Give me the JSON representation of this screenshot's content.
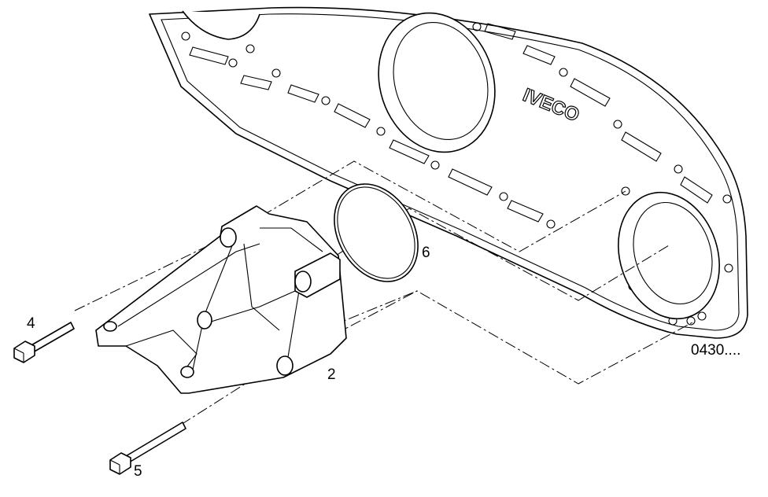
{
  "diagram": {
    "brand_mark": "IVECO",
    "reference_code": "0430....",
    "callouts": [
      {
        "id": "p2",
        "label": "2"
      },
      {
        "id": "p4",
        "label": "4"
      },
      {
        "id": "p5",
        "label": "5"
      },
      {
        "id": "p6",
        "label": "6"
      }
    ]
  }
}
